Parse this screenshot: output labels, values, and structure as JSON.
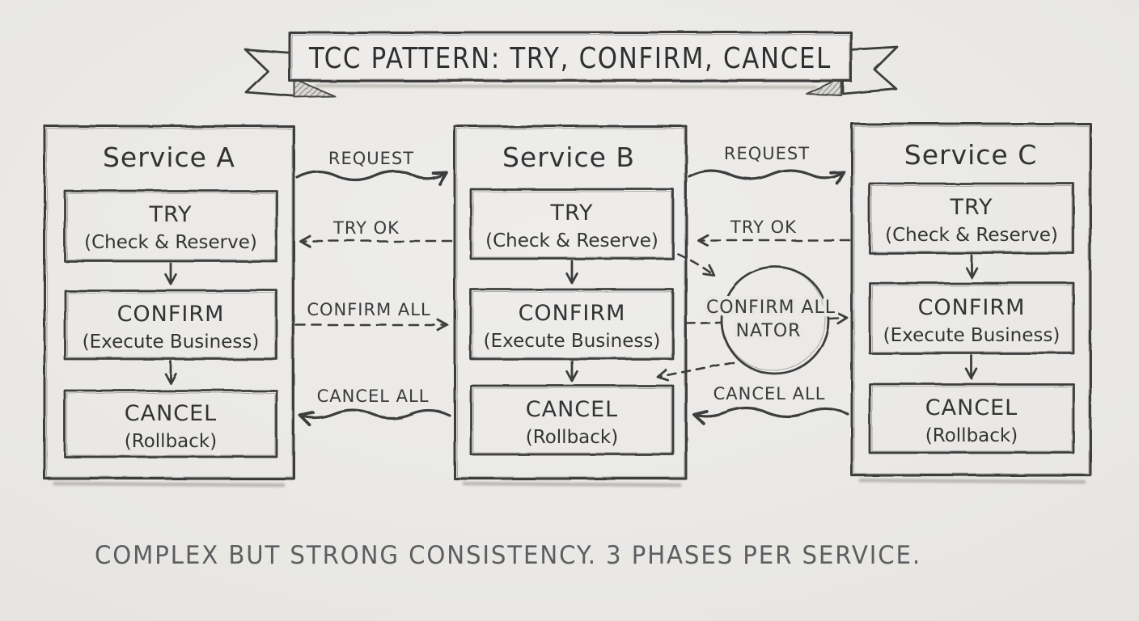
{
  "banner": {
    "title": "TCC PATTERN: TRY, CONFIRM, CANCEL"
  },
  "services": [
    {
      "name": "Service A",
      "phases": [
        {
          "title": "TRY",
          "subtitle": "(Check & Reserve)"
        },
        {
          "title": "CONFIRM",
          "subtitle": "(Execute Business)"
        },
        {
          "title": "CANCEL",
          "subtitle": "(Rollback)"
        }
      ]
    },
    {
      "name": "Service B",
      "phases": [
        {
          "title": "TRY",
          "subtitle": "(Check & Reserve)"
        },
        {
          "title": "CONFIRM",
          "subtitle": "(Execute Business)"
        },
        {
          "title": "CANCEL",
          "subtitle": "(Rollback)"
        }
      ]
    },
    {
      "name": "Service C",
      "phases": [
        {
          "title": "TRY",
          "subtitle": "(Check & Reserve)"
        },
        {
          "title": "CONFIRM",
          "subtitle": "(Execute Business)"
        },
        {
          "title": "CANCEL",
          "subtitle": "(Rollback)"
        }
      ]
    }
  ],
  "flows": {
    "a_b": {
      "request": "REQUEST",
      "try_ok": "TRY OK",
      "confirm_all": "CONFIRM ALL",
      "cancel_all": "CANCEL ALL"
    },
    "b_c": {
      "request": "REQUEST",
      "try_ok": "TRY OK",
      "cancel_all": "CANCEL ALL"
    }
  },
  "coordinator": {
    "line1": "CONFIRM ALL",
    "line2": "NATOR"
  },
  "caption": "COMPLEX BUT STRONG CONSISTENCY. 3 PHASES PER SERVICE.",
  "colors": {
    "paper": "#e9e8e5",
    "ink": "#3d3d3d",
    "pencil": "#5e5e62"
  }
}
